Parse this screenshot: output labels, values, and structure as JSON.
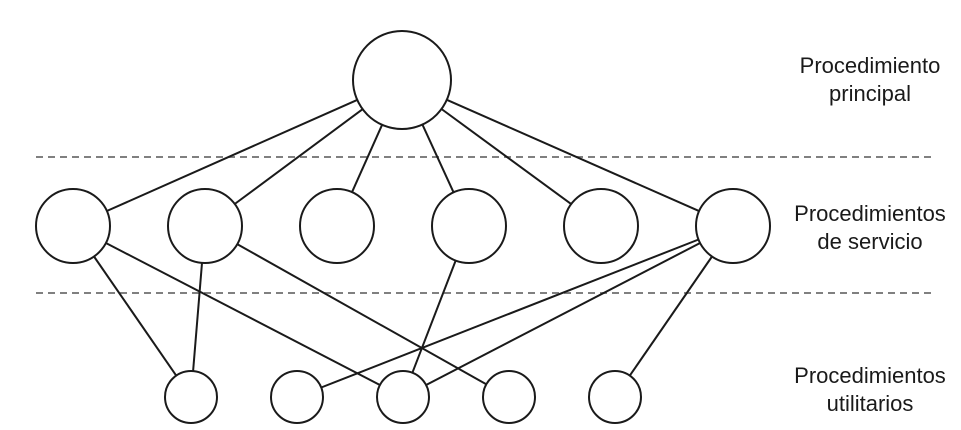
{
  "diagram": {
    "levels": [
      {
        "id": "main",
        "label_lines": [
          "Procedimiento",
          "principal"
        ]
      },
      {
        "id": "service",
        "label_lines": [
          "Procedimientos",
          "de servicio"
        ]
      },
      {
        "id": "utility",
        "label_lines": [
          "Procedimientos",
          "utilitarios"
        ]
      }
    ],
    "nodes": {
      "main": [
        "M"
      ],
      "service": [
        "S1",
        "S2",
        "S3",
        "S4",
        "S5",
        "S6"
      ],
      "utility": [
        "U1",
        "U2",
        "U3",
        "U4",
        "U5"
      ]
    },
    "edges": [
      [
        "M",
        "S1"
      ],
      [
        "M",
        "S2"
      ],
      [
        "M",
        "S3"
      ],
      [
        "M",
        "S4"
      ],
      [
        "M",
        "S5"
      ],
      [
        "M",
        "S6"
      ],
      [
        "S1",
        "U1"
      ],
      [
        "S1",
        "U3"
      ],
      [
        "S2",
        "U1"
      ],
      [
        "S2",
        "U4"
      ],
      [
        "S4",
        "U3"
      ],
      [
        "S6",
        "U2"
      ],
      [
        "S6",
        "U3"
      ],
      [
        "S6",
        "U5"
      ]
    ],
    "colors": {
      "stroke": "#1a1a1a",
      "separator": "#808080",
      "background": "#ffffff"
    }
  }
}
